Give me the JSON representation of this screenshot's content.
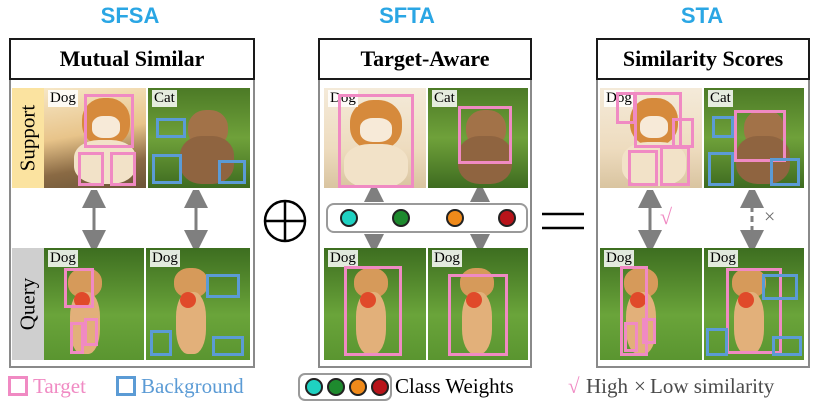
{
  "columns": {
    "sfsa": {
      "title": "SFSA",
      "header": "Mutual Similar"
    },
    "sfta": {
      "title": "SFTA",
      "header": "Target-Aware"
    },
    "sta": {
      "title": "STA",
      "header": "Similarity Scores"
    }
  },
  "row_labels": {
    "support": "Support",
    "query": "Query"
  },
  "image_labels": {
    "dog": "Dog",
    "cat": "Cat"
  },
  "similarity_marks": {
    "high": "√",
    "low": "×"
  },
  "class_weight_colors": [
    "#1fd1c1",
    "#1e8a2e",
    "#f08a1a",
    "#b8141a"
  ],
  "legend": {
    "target": "Target",
    "background": "Background",
    "class_weights": "Class Weights",
    "similarity": {
      "check": "√",
      "high": "High",
      "cross": "×",
      "low": "Low similarity"
    }
  },
  "colors": {
    "title": "#2aa6e4",
    "target": "#f08ac3",
    "background": "#5b9bd5",
    "support_band": "#fbe3a0",
    "query_band": "#cfcfcf"
  }
}
